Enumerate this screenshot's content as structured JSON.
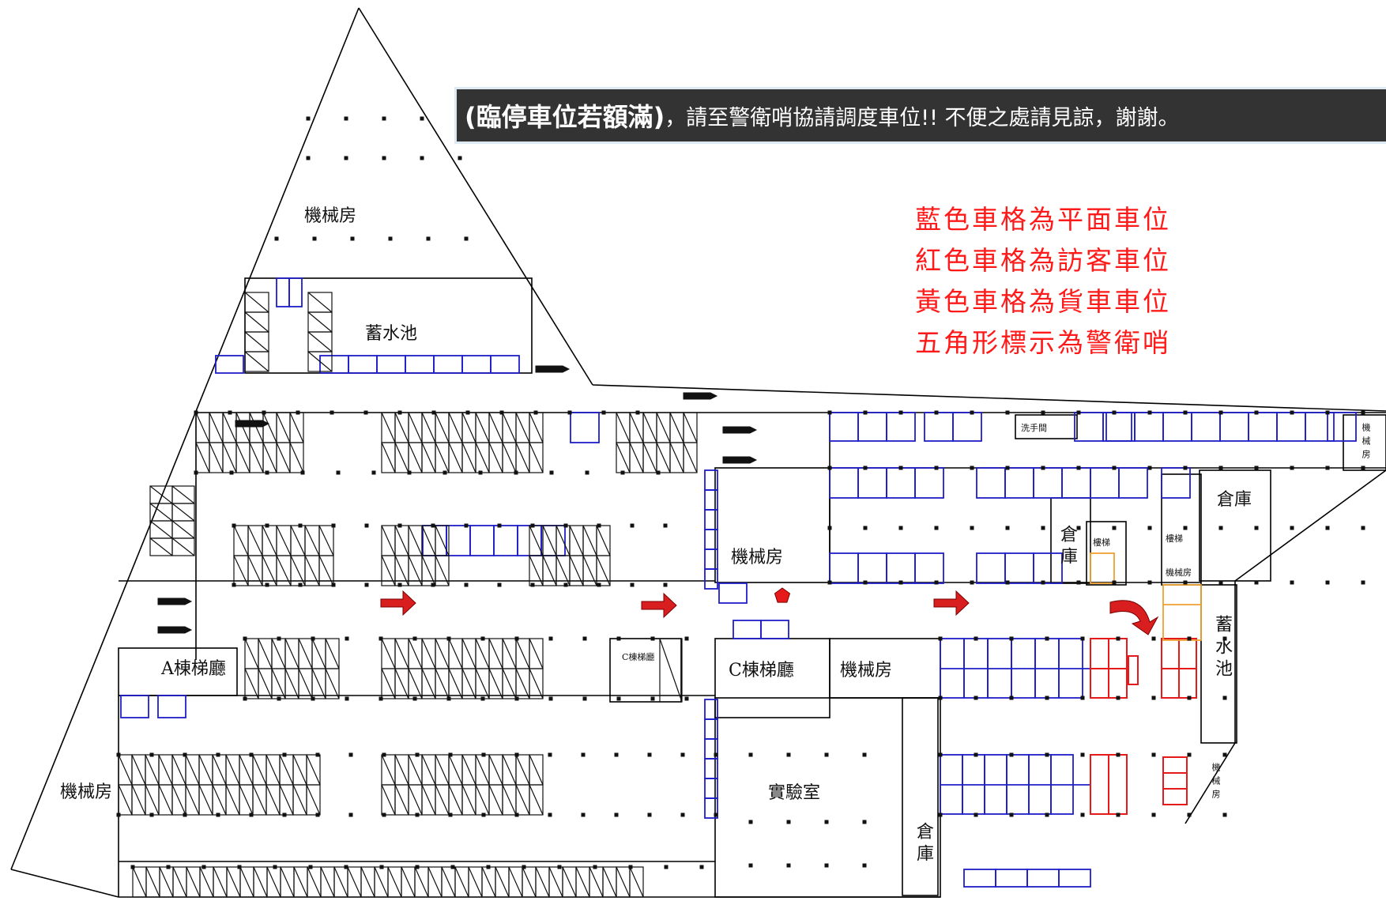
{
  "banner": {
    "strong": "(臨停車位若額滿)",
    "rest": "，請至警衛哨協請調度車位!! 不便之處請見諒，謝謝。"
  },
  "legend": [
    "藍色車格為平面車位",
    "紅色車格為訪客車位",
    "黃色車格為貨車車位",
    "五角形標示為警衛哨"
  ],
  "rooms": {
    "mech_top": "機械房",
    "reservoir_top": "蓄水池",
    "handwash": "洗手間",
    "mech_right_small": "機械房",
    "warehouse_right": "倉庫",
    "mech_center": "機械房",
    "warehouse_mid": "倉庫",
    "stair_mid": "樓梯",
    "stair_right": "樓梯",
    "mech_right_mid": "機械房",
    "reservoir_right": "蓄水池",
    "stair_a": "A棟梯廳",
    "stair_c_small": "C棟梯廳",
    "stair_c": "C棟梯廳",
    "mech_c": "機械房",
    "lab": "實驗室",
    "warehouse_bottom": "倉庫",
    "mech_left": "機械房",
    "mech_right_bottom": "機械房"
  },
  "colors": {
    "plane_spaces": "#1f1fc8",
    "visitor_spaces": "#e61a1a",
    "truck_spaces": "#f0a030",
    "arrows": "#d81e1e",
    "guard_post": "#e61a1a",
    "outline": "#000000",
    "banner_bg": "#333333"
  },
  "icons": [
    "direction-arrow-icon",
    "guard-post-pentagon-icon",
    "vehicle-barrier-icon"
  ]
}
